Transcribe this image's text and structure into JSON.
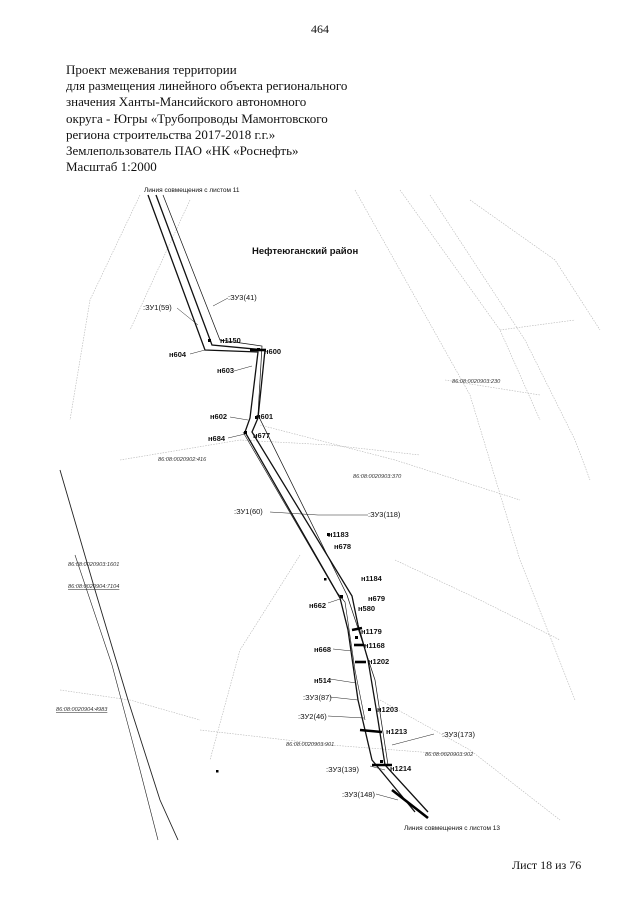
{
  "page_number": "464",
  "title_lines": [
    "Проект межевания территории",
    "для размещения линейного объекта регионального",
    "значения Ханты-Мансийского автономного",
    "округа - Югры «Трубопроводы Мамонтовского",
    "региона строительства 2017-2018 г.г.»",
    "Землепользователь ПАО «НК «Роснефть»",
    "Масштаб 1:2000"
  ],
  "map": {
    "district": "Нефтеюганский район",
    "edge_top": "Линия совмещения с листом 11",
    "edge_bottom": "Линия совмещения с листом 13",
    "plots": [
      ":ЗУ3(41)",
      ":ЗУ1(59)",
      ":ЗУ1(60)",
      ":ЗУ3(118)",
      ":ЗУ3(87)",
      ":ЗУ2(46)",
      ":ЗУ3(173)",
      ":ЗУ3(139)",
      ":ЗУ3(148)"
    ],
    "points": [
      "н1150",
      "н600",
      "н604",
      "н603",
      "н602",
      "н601",
      "н684",
      "н677",
      "н1183",
      "н678",
      "н1184",
      "н679",
      "н662",
      "н580",
      "н1179",
      "н1168",
      "н668",
      "н1202",
      "н514",
      "н1203",
      "н1213",
      "н1214"
    ],
    "cadastral": [
      "86:08:0020903:230",
      "86:08:0020902:416",
      "86:08:0020903:370",
      "86:08:0020903:1601",
      "86:08:0020904:7104",
      "86:08:0020904:4983",
      "86:08:0020903:901",
      "86:08:0020903:902"
    ]
  },
  "sheet_label": "Лист 18 из 76"
}
